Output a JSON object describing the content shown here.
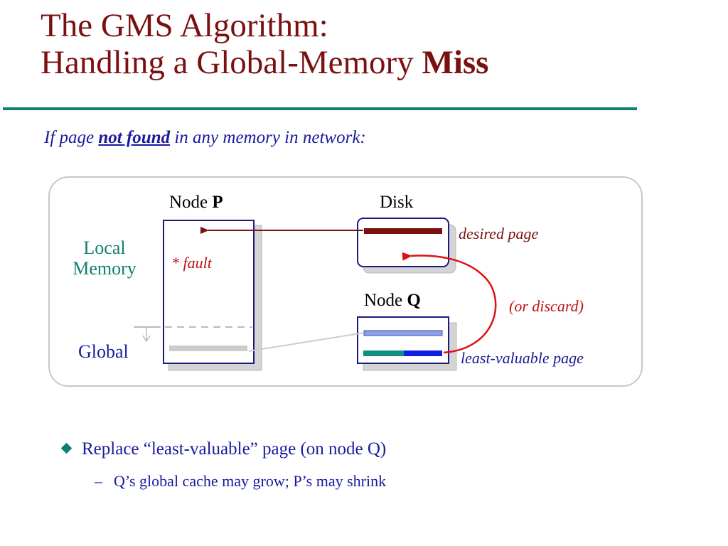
{
  "slide": {
    "title_line1": "The GMS Algorithm:",
    "title_line2_prefix": "Handling a Global-Memory ",
    "title_line2_bold": "Miss",
    "subtitle_prefix": "If page ",
    "subtitle_emphasis": "not found",
    "subtitle_suffix": " in any memory in network:"
  },
  "diagram": {
    "node_p_prefix": "Node ",
    "node_p_bold": "P",
    "disk_label": "Disk",
    "node_q_prefix": "Node ",
    "node_q_bold": "Q",
    "local_memory_line1": "Local",
    "local_memory_line2": "Memory",
    "global_label": "Global",
    "fault_label": "* fault",
    "desired_page_label": "desired page",
    "or_discard_label": "(or discard)",
    "least_valuable_label": "least-valuable page"
  },
  "bullets": [
    {
      "text": "Replace “least-valuable” page (on node Q)",
      "subitems": [
        {
          "dash": "–",
          "text": "Q’s global cache may grow; P’s may shrink"
        }
      ]
    }
  ],
  "colors": {
    "title": "#7a1010",
    "rule": "#0f7f6f",
    "text_blue": "#1a1aa0",
    "arrow_maroon": "#7a1010",
    "arrow_red": "#e01010",
    "page_teal": "#0f8f80",
    "page_blue": "#1020e0"
  }
}
